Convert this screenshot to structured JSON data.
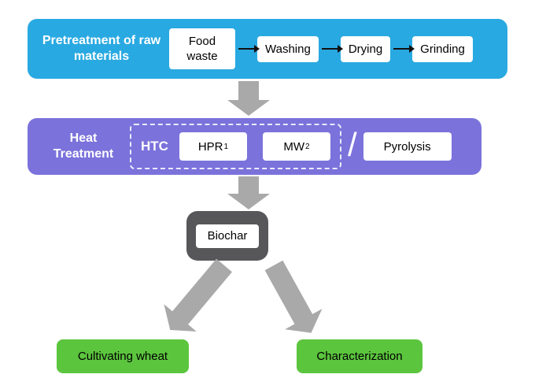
{
  "pretreatment": {
    "title": "Pretreatment of raw materials",
    "steps": [
      "Food waste",
      "Washing",
      "Drying",
      "Grinding"
    ]
  },
  "heat_treatment": {
    "title": "Heat Treatment",
    "htc_label": "HTC",
    "methods": [
      {
        "name": "HPR",
        "sup": "1"
      },
      {
        "name": "MW",
        "sup": "2"
      }
    ],
    "separator": "/",
    "alt_method": "Pyrolysis"
  },
  "biochar": {
    "label": "Biochar"
  },
  "outcomes": {
    "left": "Cultivating wheat",
    "right": "Characterization"
  },
  "colors": {
    "pretreatment_bar": "#29A9E1",
    "heat_bar": "#7B72DB",
    "biochar_bar": "#57575A",
    "outcome_box": "#5CC53E",
    "flow_arrow": "#A9A9A9",
    "step_arrow": "#111111"
  }
}
